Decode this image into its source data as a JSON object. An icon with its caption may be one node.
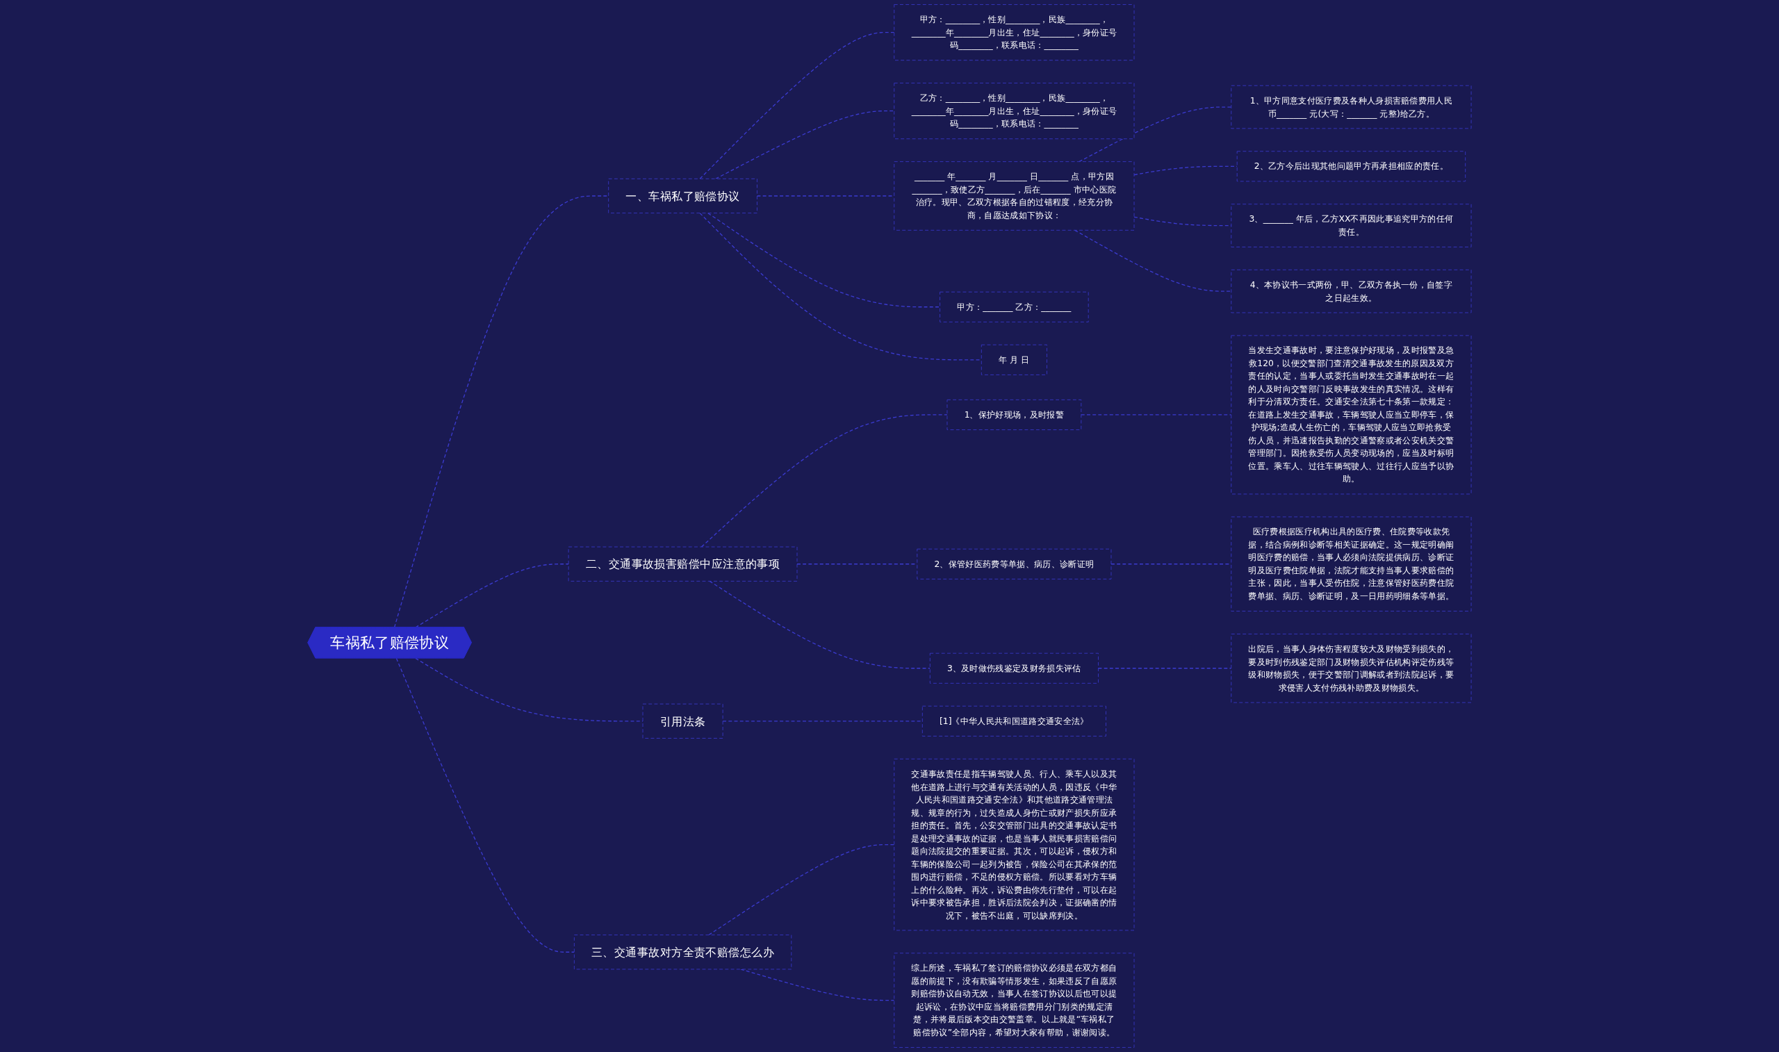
{
  "diagram": {
    "nodes": [
      {
        "text": [
          "车祸私了赔偿协议"
        ]
      },
      {
        "text": [
          "一、车祸私了赔偿协议"
        ]
      },
      {
        "text": [
          "甲方：________，性别________，民族________，________年________月出生，住址________，身份证号码________，联系电话：________"
        ]
      },
      {
        "text": [
          "乙方：________，性别________，民族________，________年________月出生，住址________，身份证号码________，联系电话：________"
        ]
      },
      {
        "text": [
          "_______ 年_______ 月_______ 日_______ 点，甲方因_______，致使乙方_______，后在_______ 市中心医院治疗。现甲、乙双方根据各自的过错程度，经充分协商，自愿达成如下协议："
        ]
      },
      {
        "text": [
          "1、甲方同意支付医疗费及各种人身损害赔偿费用人民币_______ 元(大写：_______ 元整)给乙方。"
        ]
      },
      {
        "text": [
          "2、乙方今后出现其他问题甲方再承担相应的责任。"
        ]
      },
      {
        "text": [
          "3、_______ 年后，乙方XX不再因此事追究甲方的任何责任。"
        ]
      },
      {
        "text": [
          "4、本协议书一式两份，甲、乙双方各执一份，自签字之日起生效。"
        ]
      },
      {
        "text": [
          "甲方：_______ 乙方：_______"
        ]
      },
      {
        "text": [
          "年 月 日"
        ]
      },
      {
        "text": [
          "二、交通事故损害赔偿中应注意的事项"
        ]
      },
      {
        "text": [
          "1、保护好现场，及时报警"
        ]
      },
      {
        "text": [
          "当发生交通事故时，要注意保护好现场，及时报警及急救120，以便交警部门查清交通事故发生的原因及双方责任的认定，当事人或委托当时发生交通事故时在一起的人及时向交警部门反映事故发生的真实情况。这样有利于分清双方责任。交通安全法第七十条第一款规定：在道路上发生交通事故，车辆驾驶人应当立即停车，保护现场;造成人生伤亡的，车辆驾驶人应当立即抢救受伤人员，并迅速报告执勤的交通警察或者公安机关交警管理部门。因抢救受伤人员变动现场的，应当及时标明位置。乘车人、过往车辆驾驶人、过往行人应当予以协助。"
        ]
      },
      {
        "text": [
          "2、保管好医药费等单据、病历、诊断证明"
        ]
      },
      {
        "text": [
          "医疗费根据医疗机构出具的医疗费、住院费等收款凭据，结合病例和诊断等相关证据确定。这一规定明确阐明医疗费的赔偿，当事人必须向法院提供病历、诊断证明及医疗费住院单据，法院才能支持当事人要求赔偿的主张，因此，当事人受伤住院，注意保管好医药费住院费单据、病历、诊断证明，及一日用药明细条等单据。"
        ]
      },
      {
        "text": [
          "3、及时做伤残鉴定及财务损失评估"
        ]
      },
      {
        "text": [
          "出院后，当事人身体伤害程度较大及财物受到损失的，要及时到伤残鉴定部门及财物损失评估机构评定伤残等级和财物损失，便于交警部门调解或者到法院起诉，要求侵害人支付伤残补助费及财物损失。"
        ]
      },
      {
        "text": [
          "引用法条"
        ]
      },
      {
        "text": [
          "[1]《中华人民共和国道路交通安全法》"
        ]
      },
      {
        "text": [
          "三、交通事故对方全责不赔偿怎么办"
        ]
      },
      {
        "text": [
          "交通事故责任是指车辆驾驶人员、行人、乘车人以及其他在道路上进行与交通有关活动的人员，因违反《中华人民共和国道路交通安全法》和其他道路交通管理法规、规章的行为，过失造成人身伤亡或财产损失所应承担的责任。首先，公安交管部门出具的交通事故认定书是处理交通事故的证据，也是当事人就民事损害赔偿问题向法院提交的重要证据。其次，可以起诉，侵权方和车辆的保险公司一起列为被告，保险公司在其承保的范围内进行赔偿，不足的侵权方赔偿。所以要看对方车辆上的什么险种。再次，诉讼费由你先行垫付，可以在起诉中要求被告承担，胜诉后法院会判决，证据确凿的情况下，被告不出庭，可以缺席判决。"
        ]
      },
      {
        "text": [
          "综上所述，车祸私了签订的赔偿协议必须是在双方都自愿的前提下，没有欺骗等情形发生，如果违反了自愿原则赔偿协议自动无效，当事人在签订协议以后也可以提起诉讼，在协议中应当将赔偿费用分门别类的规定清楚，并将最后版本交由交警盖章。以上就是“车祸私了赔偿协议”全部内容，希望对大家有帮助，谢谢阅读。"
        ]
      }
    ],
    "edges": [
      {
        "from": 0,
        "to": 1,
        "arrow": "none",
        "style": "dashed"
      },
      {
        "from": 1,
        "to": 2,
        "arrow": "none",
        "style": "dashed"
      },
      {
        "from": 1,
        "to": 3,
        "arrow": "none",
        "style": "dashed"
      },
      {
        "from": 1,
        "to": 4,
        "arrow": "none",
        "style": "dashed"
      },
      {
        "from": 4,
        "to": 5,
        "arrow": "none",
        "style": "dashed"
      },
      {
        "from": 4,
        "to": 6,
        "arrow": "none",
        "style": "dashed"
      },
      {
        "from": 4,
        "to": 7,
        "arrow": "none",
        "style": "dashed"
      },
      {
        "from": 4,
        "to": 8,
        "arrow": "none",
        "style": "dashed"
      },
      {
        "from": 1,
        "to": 9,
        "arrow": "none",
        "style": "dashed"
      },
      {
        "from": 1,
        "to": 10,
        "arrow": "none",
        "style": "dashed"
      },
      {
        "from": 0,
        "to": 11,
        "arrow": "none",
        "style": "dashed"
      },
      {
        "from": 11,
        "to": 12,
        "arrow": "none",
        "style": "dashed"
      },
      {
        "from": 12,
        "to": 13,
        "arrow": "none",
        "style": "dashed"
      },
      {
        "from": 11,
        "to": 14,
        "arrow": "none",
        "style": "dashed"
      },
      {
        "from": 14,
        "to": 15,
        "arrow": "none",
        "style": "dashed"
      },
      {
        "from": 11,
        "to": 16,
        "arrow": "none",
        "style": "dashed"
      },
      {
        "from": 16,
        "to": 17,
        "arrow": "none",
        "style": "dashed"
      },
      {
        "from": 0,
        "to": 18,
        "arrow": "none",
        "style": "dashed"
      },
      {
        "from": 18,
        "to": 19,
        "arrow": "none",
        "style": "dashed"
      },
      {
        "from": 0,
        "to": 20,
        "arrow": "none",
        "style": "dashed"
      },
      {
        "from": 20,
        "to": 21,
        "arrow": "none",
        "style": "dashed"
      },
      {
        "from": 20,
        "to": 22,
        "arrow": "none",
        "style": "dashed"
      }
    ]
  }
}
